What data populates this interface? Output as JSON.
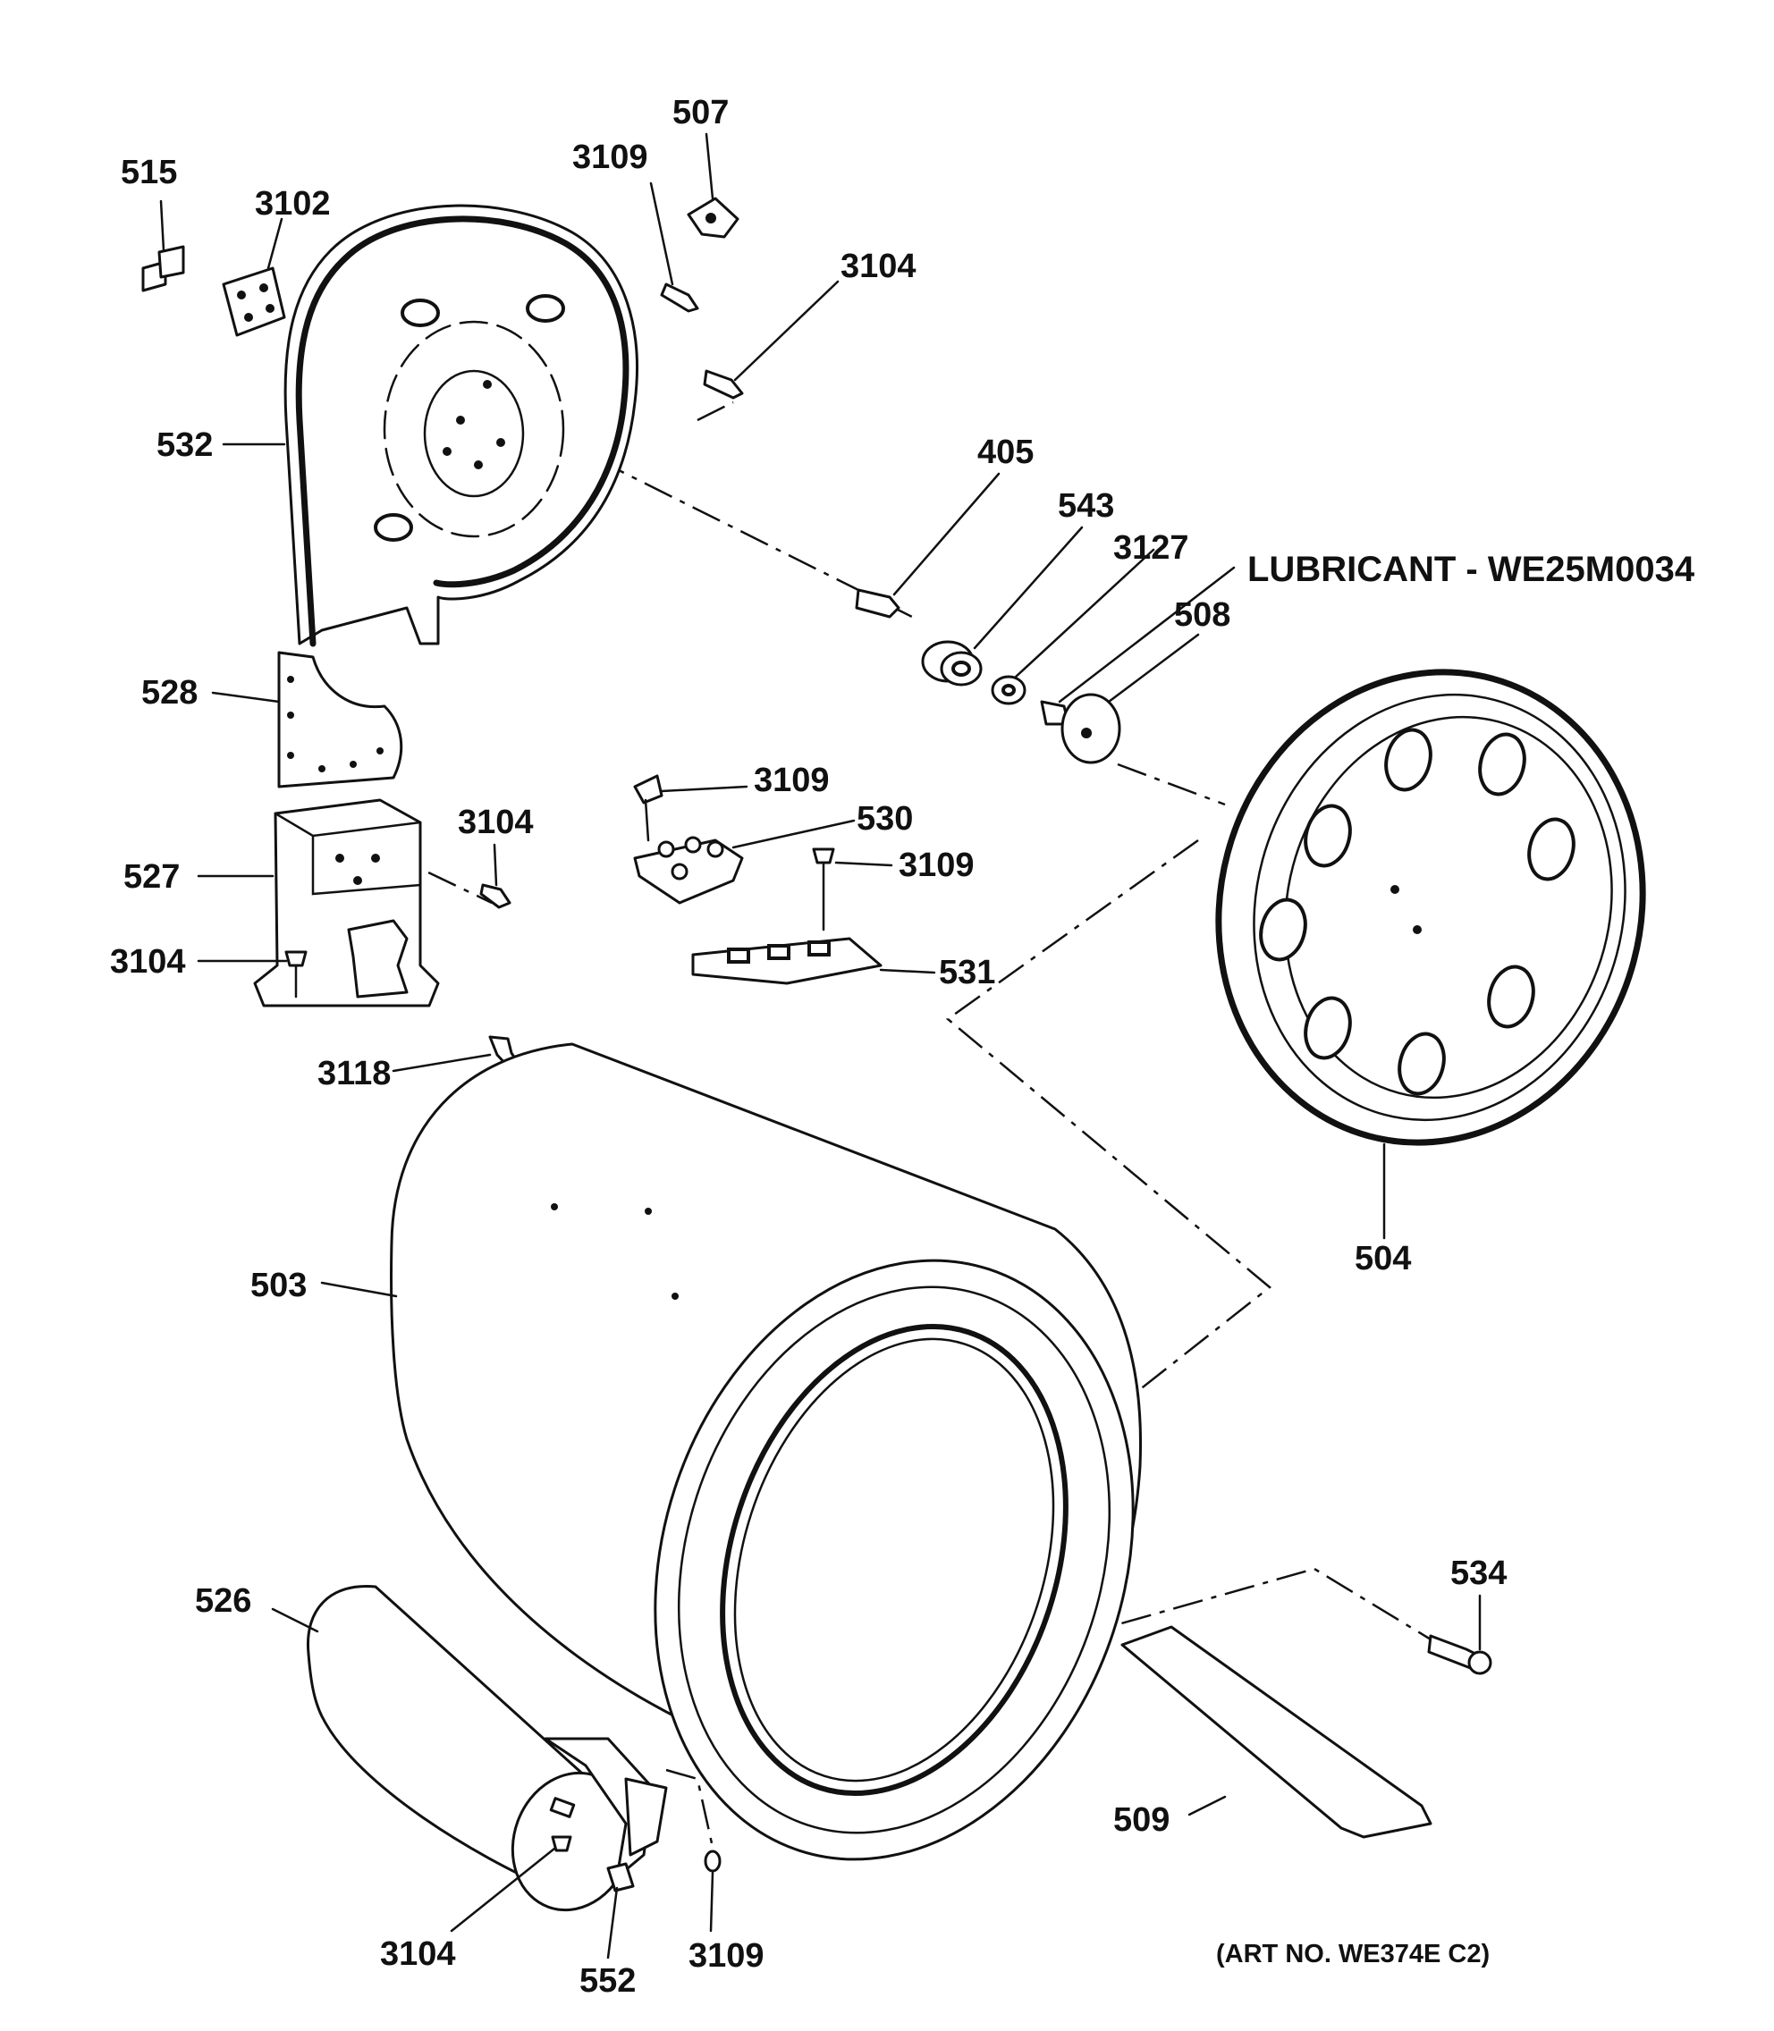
{
  "note": "LUBRICANT - WE25M0034",
  "art_number": "(ART NO. WE374E C2)",
  "parts": [
    {
      "id": "p515",
      "label": "515"
    },
    {
      "id": "p3102",
      "label": "3102"
    },
    {
      "id": "p3109a",
      "label": "3109"
    },
    {
      "id": "p507",
      "label": "507"
    },
    {
      "id": "p3104a",
      "label": "3104"
    },
    {
      "id": "p532",
      "label": "532"
    },
    {
      "id": "p405",
      "label": "405"
    },
    {
      "id": "p543",
      "label": "543"
    },
    {
      "id": "p3127",
      "label": "3127"
    },
    {
      "id": "p508",
      "label": "508"
    },
    {
      "id": "p528",
      "label": "528"
    },
    {
      "id": "p3109b",
      "label": "3109"
    },
    {
      "id": "p530",
      "label": "530"
    },
    {
      "id": "p3104b",
      "label": "3104"
    },
    {
      "id": "p527",
      "label": "527"
    },
    {
      "id": "p3109c",
      "label": "3109"
    },
    {
      "id": "p3104c",
      "label": "3104"
    },
    {
      "id": "p531",
      "label": "531"
    },
    {
      "id": "p3118",
      "label": "3118"
    },
    {
      "id": "p504",
      "label": "504"
    },
    {
      "id": "p503",
      "label": "503"
    },
    {
      "id": "p534",
      "label": "534"
    },
    {
      "id": "p526",
      "label": "526"
    },
    {
      "id": "p509",
      "label": "509"
    },
    {
      "id": "p3104d",
      "label": "3104"
    },
    {
      "id": "p552",
      "label": "552"
    },
    {
      "id": "p3109d",
      "label": "3109"
    }
  ]
}
